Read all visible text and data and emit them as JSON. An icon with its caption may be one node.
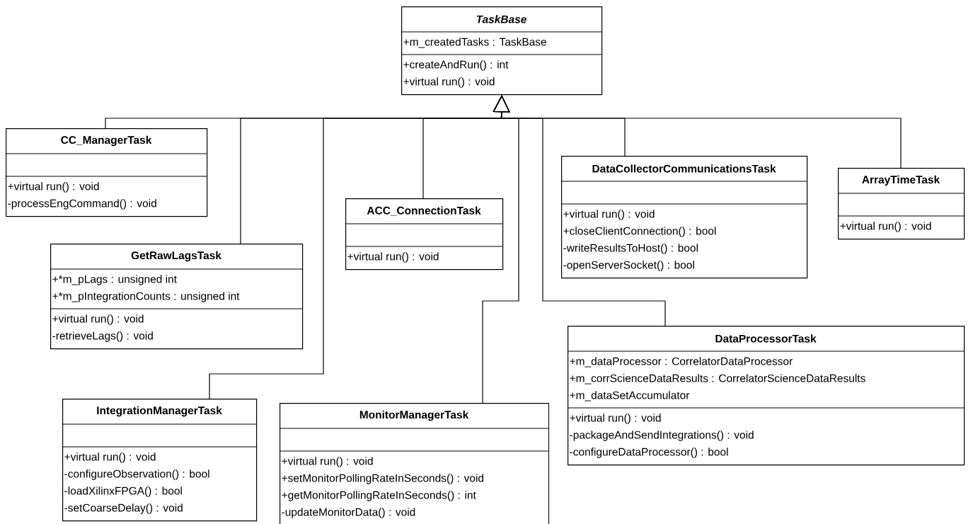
{
  "diagram": {
    "nodes": [
      {
        "text": [
          "TaskBase",
          "+m_createdTasks : TaskBase",
          "+createAndRun() : int",
          "+virtual run() : void"
        ]
      },
      {
        "text": [
          "CC_ManagerTask",
          "+virtual run() : void",
          "-processEngCommand() : void"
        ]
      },
      {
        "text": [
          "DataCollectorCommunicationsTask",
          "+virtual run() : void",
          "+closeClientConnection() : bool",
          "-writeResultsToHost() : bool",
          "-openServerSocket() : bool"
        ]
      },
      {
        "text": [
          "ArrayTimeTask",
          "+virtual run() : void"
        ]
      },
      {
        "text": [
          "ACC_ConnectionTask",
          "+virtual run() : void"
        ]
      },
      {
        "text": [
          "GetRawLagsTask",
          "+*m_pLags : unsigned int",
          "+*m_pIntegrationCounts : unsigned int",
          "+virtual run() : void",
          "-retrieveLags() : void"
        ]
      },
      {
        "text": [
          "DataProcessorTask",
          "+m_dataProcessor : CorrelatorDataProcessor",
          "+m_corrScienceDataResults : CorrelatorScienceDataResults",
          "+m_dataSetAccumulator",
          "+virtual run() : void",
          "-packageAndSendIntegrations() : void",
          "-configureDataProcessor() : bool"
        ]
      },
      {
        "text": [
          "IntegrationManagerTask",
          "+virtual run() : void",
          "-configureObservation() : bool",
          "-loadXilinxFPGA() : bool",
          "-setCoarseDelay() : void"
        ]
      },
      {
        "text": [
          "MonitorManagerTask",
          "+virtual run() : void",
          "+setMonitorPollingRateInSeconds() : void",
          "+getMonitorPollingRateInSeconds() : int",
          "-updateMonitorData() : void"
        ]
      }
    ],
    "edges": [
      {
        "from": 1,
        "to": 0,
        "arrow": "to"
      },
      {
        "from": 2,
        "to": 0,
        "arrow": "to"
      },
      {
        "from": 3,
        "to": 0,
        "arrow": "to"
      },
      {
        "from": 4,
        "to": 0,
        "arrow": "to"
      },
      {
        "from": 5,
        "to": 0,
        "arrow": "to"
      },
      {
        "from": 6,
        "to": 0,
        "arrow": "to"
      },
      {
        "from": 7,
        "to": 0,
        "arrow": "to"
      },
      {
        "from": 8,
        "to": 0,
        "arrow": "to"
      }
    ]
  }
}
